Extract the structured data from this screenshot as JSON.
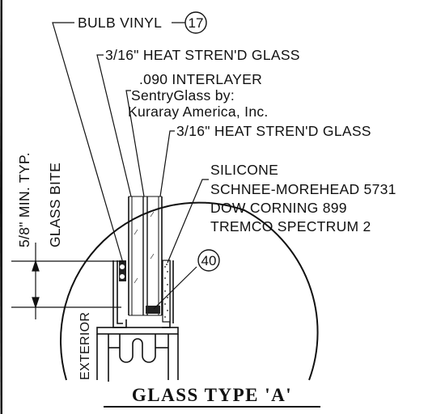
{
  "callouts": {
    "bulb_vinyl": "BULB VINYL",
    "bulb_vinyl_tag": "17",
    "outer_glass": "3/16\" HEAT STREN'D GLASS",
    "interlayer_1": ".090 INTERLAYER",
    "interlayer_2": "SentryGlass by:",
    "interlayer_3": "Kuraray America, Inc.",
    "inner_glass": "3/16\" HEAT STREN'D GLASS",
    "silicone_1": "SILICONE",
    "silicone_2": "SCHNEE-MOREHEAD 5731",
    "silicone_3": "DOW CORNING 899",
    "silicone_4": "TREMCO SPECTRUM 2",
    "setting_tag": "40"
  },
  "dimension": {
    "min_label": "5/8\" MIN. TYP.",
    "bite_label": "GLASS BITE"
  },
  "side_label": "EXTERIOR",
  "caption": "GLASS TYPE 'A'"
}
